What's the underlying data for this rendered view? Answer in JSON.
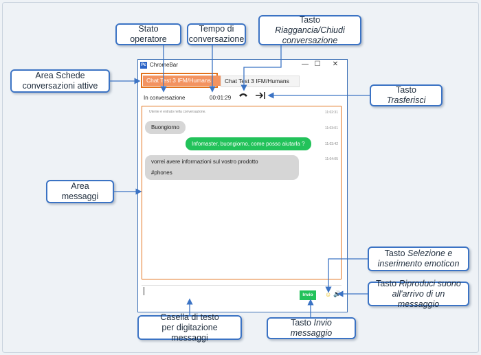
{
  "window": {
    "title": "ChromeBar",
    "app_icon": "Pc",
    "controls": {
      "minimize": "—",
      "maximize": "☐",
      "close": "✕"
    }
  },
  "tabs": [
    {
      "label": "Chat Test 3 IFM/Humans",
      "active": true
    },
    {
      "label": "Chat Test 3 IFM/Humans",
      "active": false
    }
  ],
  "status_bar": {
    "status": "In conversazione",
    "timer": "00:01:29",
    "hangup_icon": "phone-hangup-icon",
    "transfer_icon": "transfer-arrow-icon"
  },
  "messages": {
    "system": {
      "text": "Utente è entrato nella conversazione.",
      "time": "11:02:31"
    },
    "items": [
      {
        "direction": "in",
        "text": "Buongiorno",
        "time": "11:03:01"
      },
      {
        "direction": "out",
        "text": "Infomaster, buongiorno, come posso aiutarla ?",
        "time": "11:03:42"
      },
      {
        "direction": "in",
        "line1": "vorrei avere informazioni sul vostro prodotto",
        "line2": "#phones",
        "time": "11:04:05"
      }
    ]
  },
  "input": {
    "send_label": "Invio",
    "emoji_icon": "emoji-icon",
    "sound_icon": "speaker-icon"
  },
  "callouts": {
    "stato_operatore": "Stato operatore",
    "tempo_l1": "Tempo di",
    "tempo_l2": "conversazione",
    "riaggancia_l1a": "Tasto ",
    "riaggancia_l1b": "Riaggancia/Chiudi",
    "riaggancia_l2": "conversazione",
    "area_schede_l1": "Area Schede",
    "area_schede_l2": "conversazioni attive",
    "trasferisci_a": "Tasto ",
    "trasferisci_b": "Trasferisci",
    "area_messaggi": "Area messaggi",
    "emoticon_l1a": "Tasto ",
    "emoticon_l1b": "Selezione e",
    "emoticon_l2": "inserimento emoticon",
    "suono_l1a": "Tasto ",
    "suono_l1b": "Riproduci suono",
    "suono_l2": "all'arrivo di un messaggio",
    "casella_l1": "Casella di testo",
    "casella_l2": "per digitazione messaggi",
    "invio_a": "Tasto ",
    "invio_b": "Invio messaggio"
  },
  "colors": {
    "accent_blue": "#3b73c4",
    "orange": "#e2721b",
    "send_green": "#22c25a",
    "tab_orange": "#f39360"
  }
}
